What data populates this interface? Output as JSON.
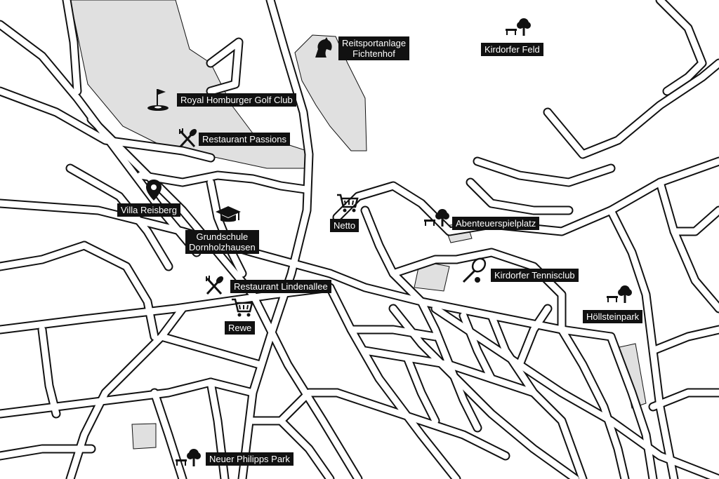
{
  "map": {
    "colors": {
      "background": "#ffffff",
      "road_casing": "#111111",
      "road_fill": "#ffffff",
      "park_area": "#e0e0e0",
      "label_bg": "#111111",
      "label_text": "#ffffff",
      "icon": "#111111"
    },
    "pois": {
      "reitsportanlage": {
        "line1": "Reitsportanlage",
        "line2": "Fichtenhof",
        "icon": "horse-head-icon"
      },
      "kirdorfer_feld": {
        "label": "Kirdorfer Feld",
        "icon": "park-bench-tree-icon"
      },
      "golf_club": {
        "label": "Royal Homburger Golf Club",
        "icon": "golf-flag-icon"
      },
      "restaurant_passions": {
        "label": "Restaurant Passions",
        "icon": "fork-knife-icon"
      },
      "villa_reisberg": {
        "label": "Villa Reisberg",
        "icon": "location-pin-icon"
      },
      "grundschule": {
        "line1": "Grundschule",
        "line2": "Dornholzhausen",
        "icon": "graduation-cap-icon"
      },
      "netto": {
        "label": "Netto",
        "icon": "shopping-cart-icon"
      },
      "abenteuerspielplatz": {
        "label": "Abenteuerspielplatz",
        "icon": "park-bench-tree-icon"
      },
      "kirdorfer_tennisclub": {
        "label": "Kirdorfer Tennisclub",
        "icon": "tennis-racket-icon"
      },
      "hoellsteinpark": {
        "label": "Höllsteinpark",
        "icon": "park-bench-tree-icon"
      },
      "restaurant_lindenallee": {
        "label": "Restaurant Lindenallee",
        "icon": "fork-knife-icon"
      },
      "rewe": {
        "label": "Rewe",
        "icon": "shopping-cart-icon"
      },
      "neuer_philipps_park": {
        "label": "Neuer Philipps Park",
        "icon": "park-bench-tree-icon"
      }
    }
  }
}
